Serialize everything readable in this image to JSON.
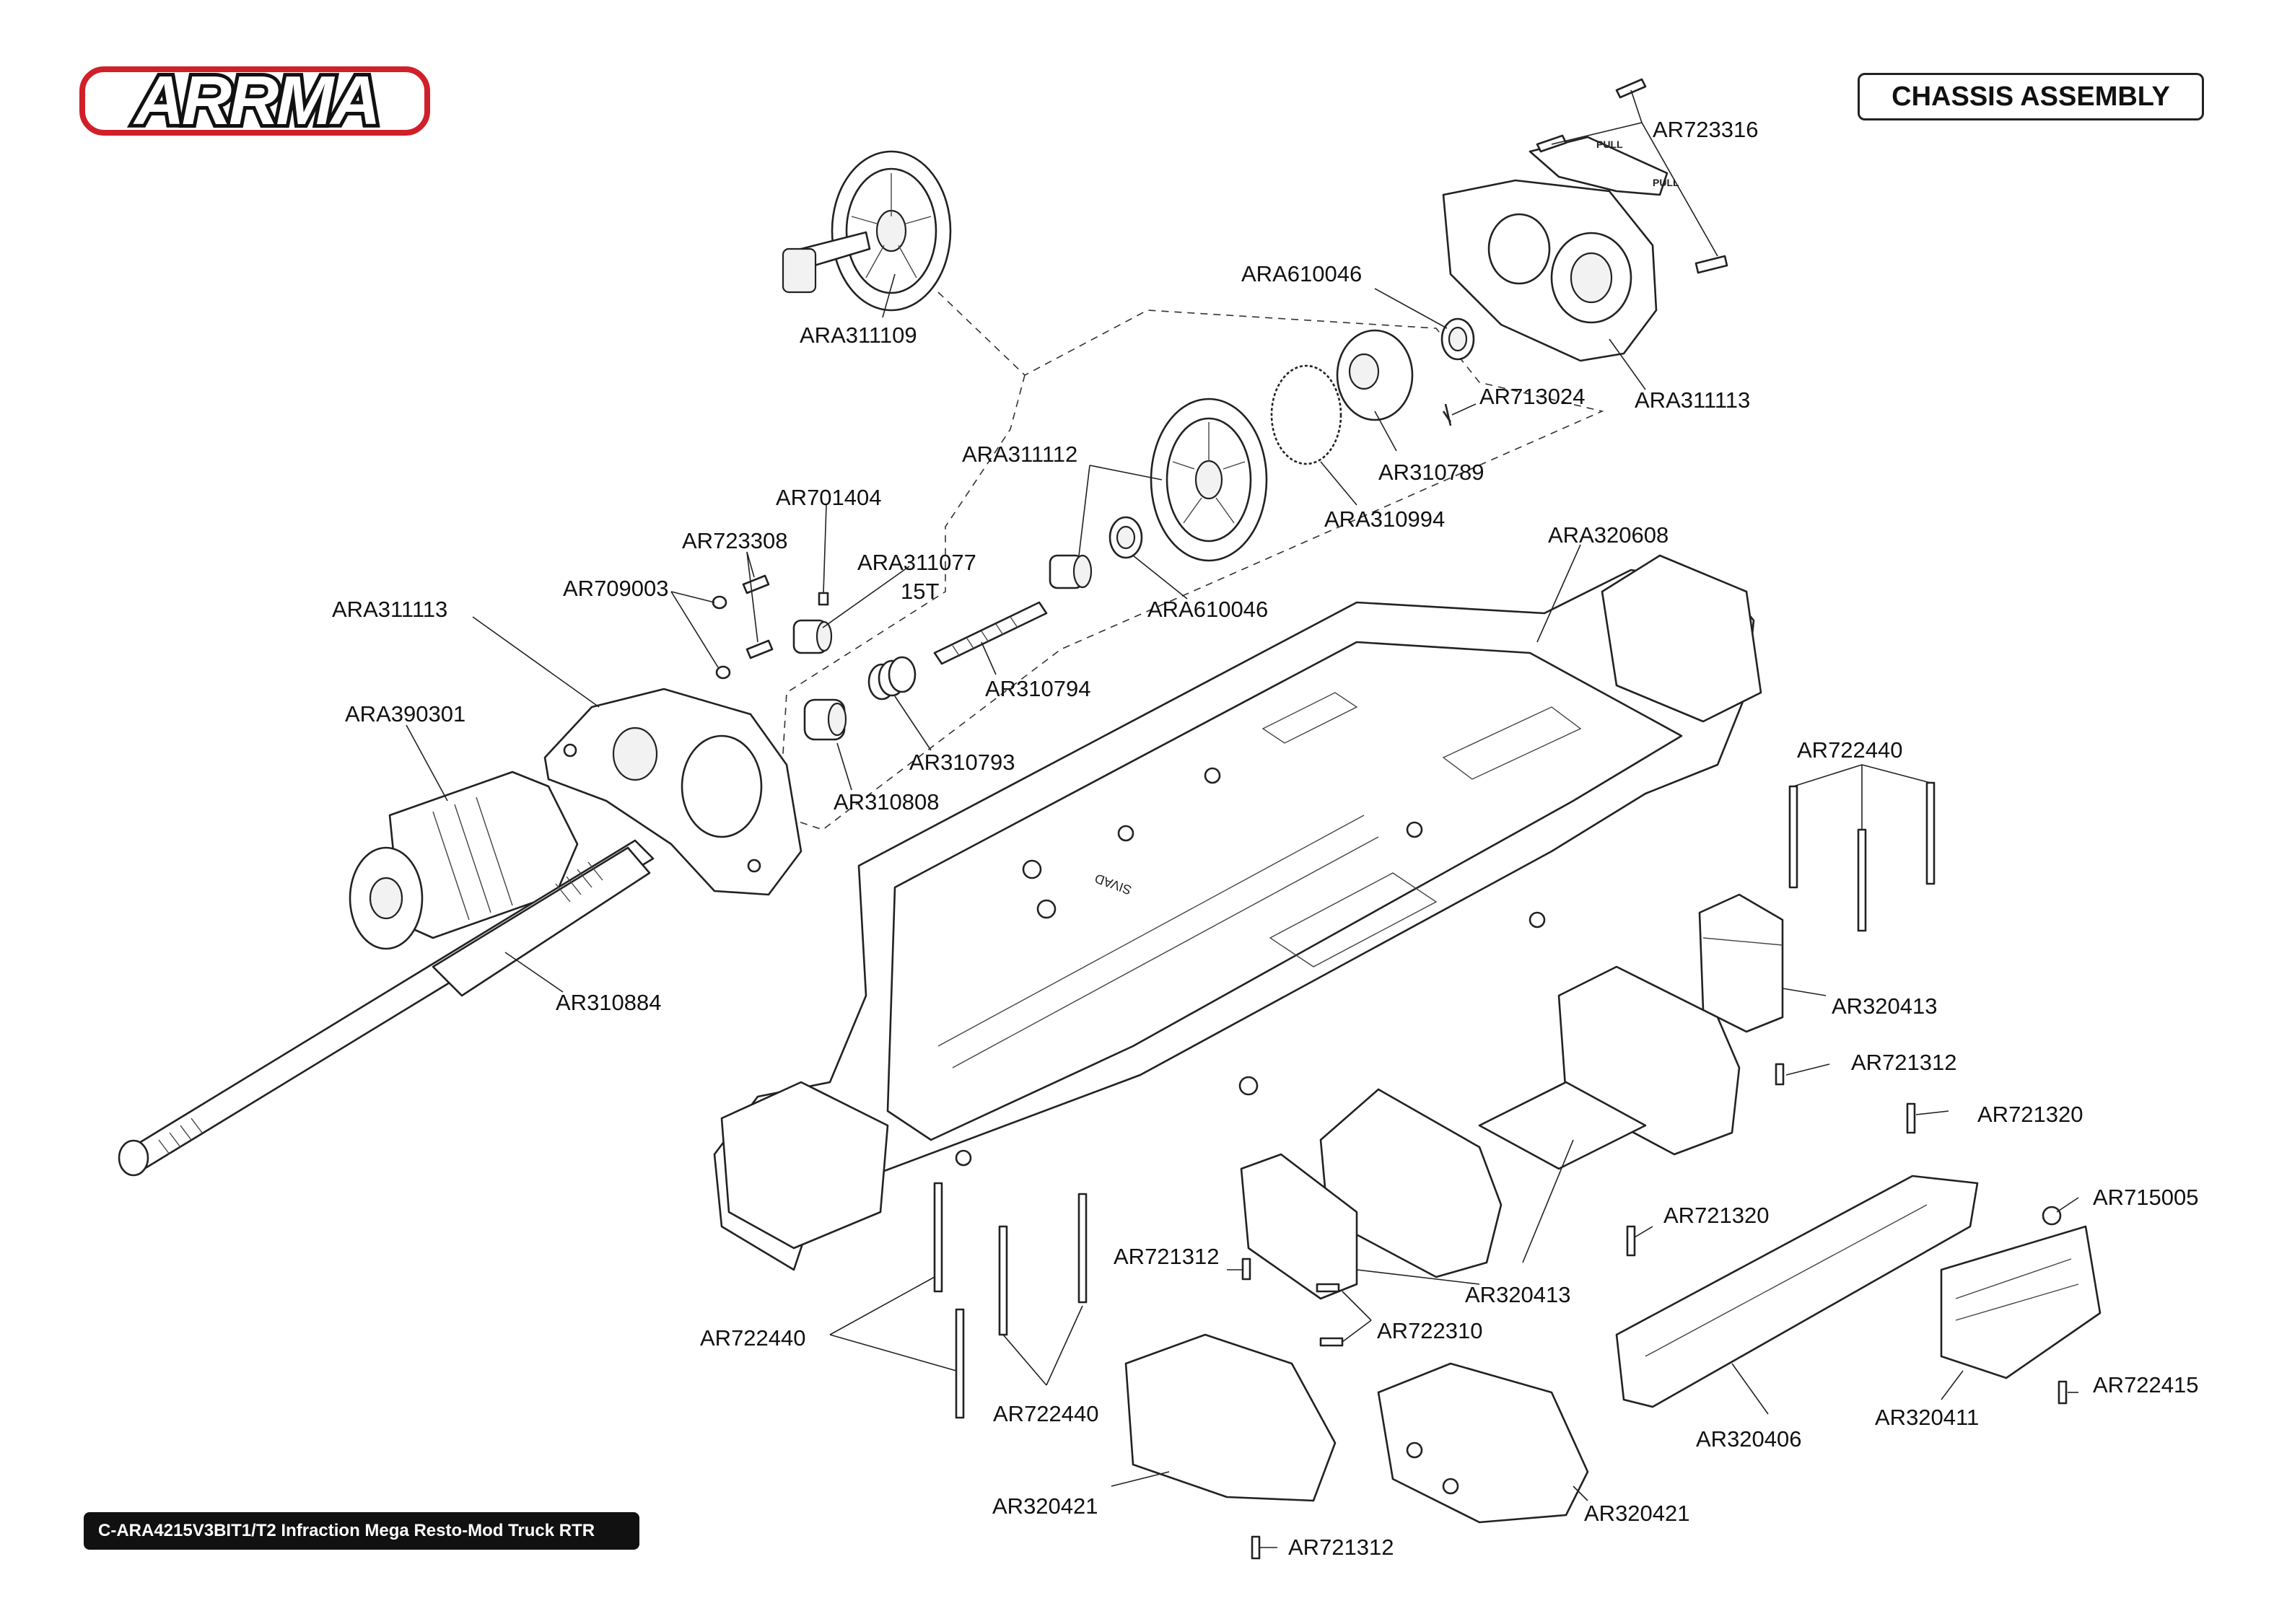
{
  "header": {
    "logo_text": "ARRMA",
    "logo_colors": {
      "outline": "#d0202a",
      "fill": "#ffffff",
      "stroke": "#111111"
    },
    "title": "CHASSIS ASSEMBLY"
  },
  "footer": {
    "text": "C-ARA4215V3BIT1/T2 Infraction Mega Resto-Mod Truck RTR"
  },
  "part_labels": [
    "AR723316",
    "ARA610046",
    "ARA311109",
    "ARA311113",
    "AR713024",
    "AR310789",
    "ARA310994",
    "ARA311112",
    "AR701404",
    "AR723308",
    "ARA311077",
    "15T",
    "AR709003",
    "ARA610046",
    "ARA311113",
    "AR310794",
    "ARA320608",
    "ARA390301",
    "AR310793",
    "AR310808",
    "AR722440",
    "AR310884",
    "AR320413",
    "AR721312",
    "AR721320",
    "AR715005",
    "AR721320",
    "AR721312",
    "AR320413",
    "AR722310",
    "AR722440",
    "AR722440",
    "AR722415",
    "AR320406",
    "AR320411",
    "AR320421",
    "AR320421",
    "AR721312"
  ]
}
